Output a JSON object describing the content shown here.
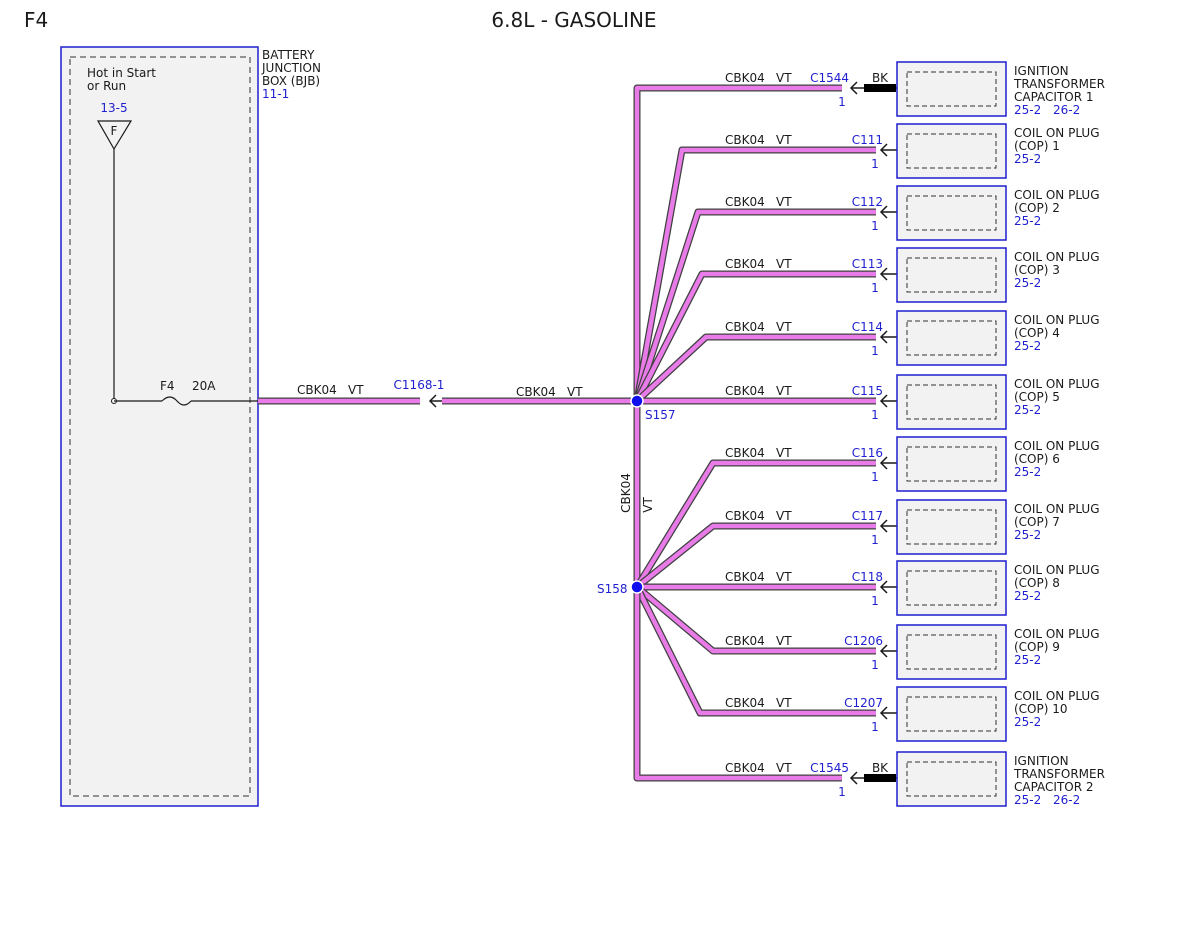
{
  "page_id": "F4",
  "title": "6.8L - GASOLINE",
  "colors": {
    "wire": "#e87be8",
    "wire_outline": "#404040",
    "reference_text": "#1f1fd0",
    "box_border": "#1f1fd0",
    "box_fill": "#f2f2f2",
    "splice": "#1010ee",
    "bk_wire": "#000000"
  },
  "bjb": {
    "label_lines": [
      "BATTERY",
      "JUNCTION",
      "BOX (BJB)"
    ],
    "ref": "11-1",
    "hot_lines": [
      "Hot in Start",
      "or Run"
    ],
    "source_ref": "13-5",
    "source_symbol": "F",
    "fuse_name": "F4",
    "fuse_rating": "20A"
  },
  "main_wire": {
    "circuit": "CBK04",
    "color": "VT",
    "inline_connector": "C1168-1"
  },
  "splices": {
    "top": "S157",
    "bottom": "S158",
    "vertical_circuit": "CBK04",
    "vertical_color": "VT"
  },
  "branches": [
    {
      "circuit": "CBK04",
      "color": "VT",
      "connector": "C1544",
      "pin": "1",
      "bk": "BK",
      "component": [
        "IGNITION",
        "TRANSFORMER",
        "CAPACITOR 1"
      ],
      "refs": [
        "25-2",
        "26-2"
      ]
    },
    {
      "circuit": "CBK04",
      "color": "VT",
      "connector": "C111",
      "pin": "1",
      "bk": "",
      "component": [
        "COIL ON PLUG",
        "(COP) 1"
      ],
      "refs": [
        "25-2"
      ]
    },
    {
      "circuit": "CBK04",
      "color": "VT",
      "connector": "C112",
      "pin": "1",
      "bk": "",
      "component": [
        "COIL ON PLUG",
        "(COP) 2"
      ],
      "refs": [
        "25-2"
      ]
    },
    {
      "circuit": "CBK04",
      "color": "VT",
      "connector": "C113",
      "pin": "1",
      "bk": "",
      "component": [
        "COIL ON PLUG",
        "(COP) 3"
      ],
      "refs": [
        "25-2"
      ]
    },
    {
      "circuit": "CBK04",
      "color": "VT",
      "connector": "C114",
      "pin": "1",
      "bk": "",
      "component": [
        "COIL ON PLUG",
        "(COP) 4"
      ],
      "refs": [
        "25-2"
      ]
    },
    {
      "circuit": "CBK04",
      "color": "VT",
      "connector": "C115",
      "pin": "1",
      "bk": "",
      "component": [
        "COIL ON PLUG",
        "(COP) 5"
      ],
      "refs": [
        "25-2"
      ]
    },
    {
      "circuit": "CBK04",
      "color": "VT",
      "connector": "C116",
      "pin": "1",
      "bk": "",
      "component": [
        "COIL ON PLUG",
        "(COP) 6"
      ],
      "refs": [
        "25-2"
      ]
    },
    {
      "circuit": "CBK04",
      "color": "VT",
      "connector": "C117",
      "pin": "1",
      "bk": "",
      "component": [
        "COIL ON PLUG",
        "(COP) 7"
      ],
      "refs": [
        "25-2"
      ]
    },
    {
      "circuit": "CBK04",
      "color": "VT",
      "connector": "C118",
      "pin": "1",
      "bk": "",
      "component": [
        "COIL ON PLUG",
        "(COP) 8"
      ],
      "refs": [
        "25-2"
      ]
    },
    {
      "circuit": "CBK04",
      "color": "VT",
      "connector": "C1206",
      "pin": "1",
      "bk": "",
      "component": [
        "COIL ON PLUG",
        "(COP) 9"
      ],
      "refs": [
        "25-2"
      ]
    },
    {
      "circuit": "CBK04",
      "color": "VT",
      "connector": "C1207",
      "pin": "1",
      "bk": "",
      "component": [
        "COIL ON PLUG",
        "(COP) 10"
      ],
      "refs": [
        "25-2"
      ]
    },
    {
      "circuit": "CBK04",
      "color": "VT",
      "connector": "C1545",
      "pin": "1",
      "bk": "BK",
      "component": [
        "IGNITION",
        "TRANSFORMER",
        "CAPACITOR 2"
      ],
      "refs": [
        "25-2",
        "26-2"
      ]
    }
  ]
}
